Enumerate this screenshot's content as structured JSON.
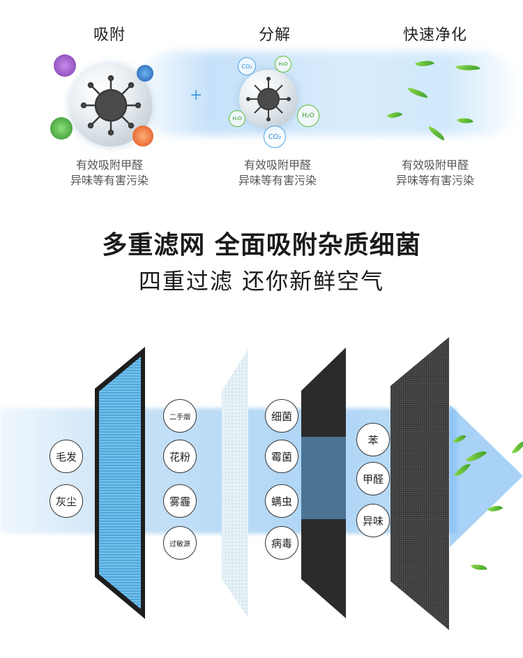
{
  "steps": [
    {
      "title": "吸附",
      "desc_line1": "有效吸附甲醛",
      "desc_line2": "异味等有害污染"
    },
    {
      "title": "分解",
      "desc_line1": "有效吸附甲醛",
      "desc_line2": "异味等有害污染"
    },
    {
      "title": "快速净化",
      "desc_line1": "有效吸附甲醛",
      "desc_line2": "异味等有害污染"
    }
  ],
  "molecules": {
    "co2": "CO₂",
    "h2o": "H₂O"
  },
  "headline": "多重滤网 全面吸附杂质细菌",
  "subheadline": "四重过滤  还你新鲜空气",
  "filters": {
    "layer1": [
      "毛发",
      "灰尘"
    ],
    "layer2": [
      "二手烟",
      "花粉",
      "雾霾",
      "过敏源"
    ],
    "layer3": [
      "细菌",
      "霉菌",
      "螨虫",
      "病毒"
    ],
    "layer4": [
      "苯",
      "甲醛",
      "异味"
    ]
  },
  "colors": {
    "accent": "#4a9ee6",
    "leaf": "#5cbf2f",
    "carbon": "#2b2b2b"
  }
}
